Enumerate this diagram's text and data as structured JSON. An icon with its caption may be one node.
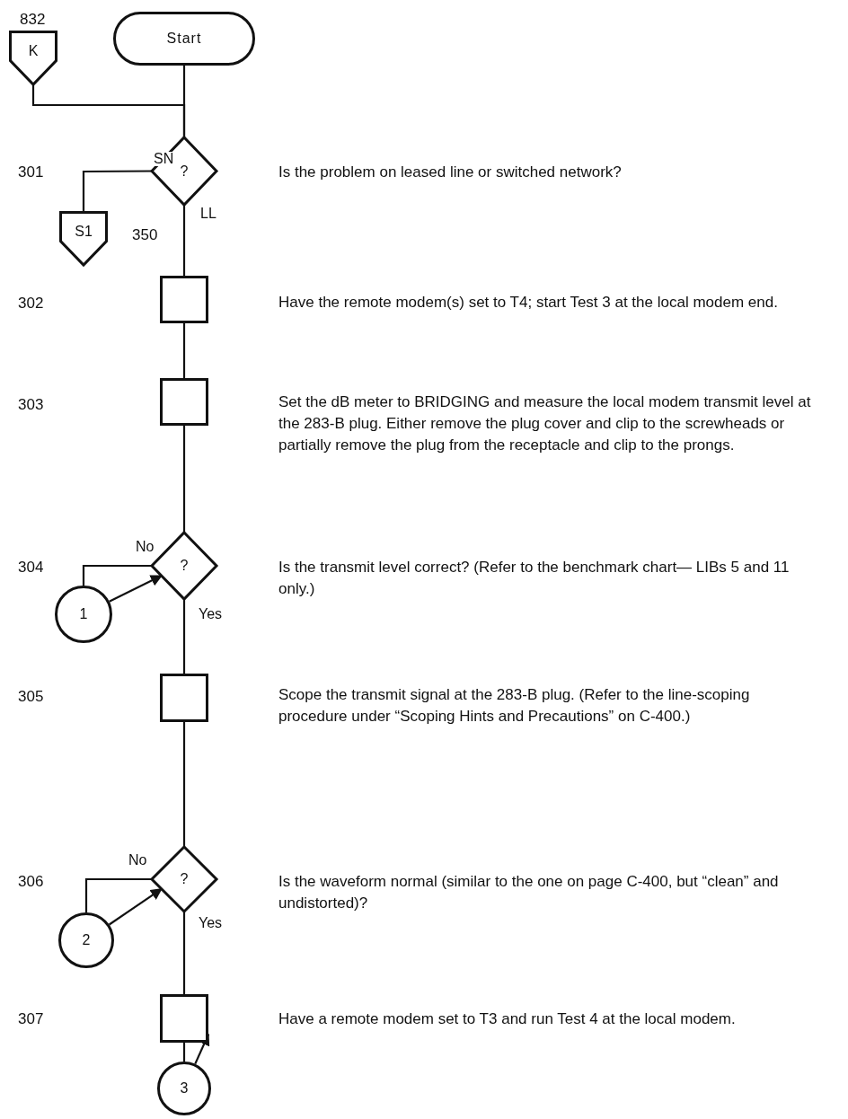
{
  "diagram": {
    "nodes": [
      {
        "text": [
          "K"
        ],
        "beside": [
          "832"
        ]
      },
      {
        "text": [
          "Start"
        ]
      },
      {
        "text": [
          "?"
        ]
      },
      {
        "text": [
          "S1"
        ],
        "beside": [
          "350"
        ]
      },
      {
        "text": [],
        "shape": "box"
      },
      {
        "text": [],
        "shape": "box"
      },
      {
        "text": [
          "?"
        ]
      },
      {
        "text": [
          "1"
        ]
      },
      {
        "text": [],
        "shape": "box"
      },
      {
        "text": [
          "?"
        ]
      },
      {
        "text": [
          "2"
        ]
      },
      {
        "text": [],
        "shape": "box"
      },
      {
        "text": [
          "3"
        ]
      }
    ],
    "edges": [
      {
        "from": 0,
        "to": 2,
        "arrow": "none"
      },
      {
        "from": 1,
        "to": 2,
        "arrow": "none"
      },
      {
        "from": 2,
        "to": 3,
        "arrow": "none",
        "label": "SN"
      },
      {
        "from": 2,
        "to": 4,
        "arrow": "none",
        "label": "LL"
      },
      {
        "from": 4,
        "to": 5,
        "arrow": "none"
      },
      {
        "from": 5,
        "to": 6,
        "arrow": "none"
      },
      {
        "from": 6,
        "to": 7,
        "arrow": "none",
        "label": "No"
      },
      {
        "from": 6,
        "to": 8,
        "arrow": "none",
        "label": "Yes"
      },
      {
        "from": 8,
        "to": 9,
        "arrow": "none"
      },
      {
        "from": 9,
        "to": 10,
        "arrow": "none",
        "label": "No"
      },
      {
        "from": 9,
        "to": 11,
        "arrow": "none",
        "label": "Yes"
      },
      {
        "from": 11,
        "to": 12,
        "arrow": "none"
      },
      {
        "from": 7,
        "to": 6,
        "arrow": "to"
      },
      {
        "from": 10,
        "to": 9,
        "arrow": "to"
      },
      {
        "from": 12,
        "to": 11,
        "arrow": "to"
      }
    ],
    "labels": [
      "301",
      "Is the problem on leased line or switched network?",
      "302",
      "Have the remote modem(s) set to T4; start Test 3 at the local modem end.",
      "303",
      "Set the dB meter to BRIDGING and measure the local modem transmit level at the 283-B plug. Either remove the plug cover and clip to the screwheads or partially remove the plug from the receptacle and clip to the prongs.",
      "304",
      "Is the transmit level correct? (Refer to the benchmark chart— LIBs 5 and 11 only.)",
      "305",
      "Scope the transmit signal at the 283-B plug. (Refer to the line-scoping procedure under “Scoping Hints and Precautions” on C-400.)",
      "306",
      "Is the waveform normal (similar to the one on page C-400, but “clean” and undistorted)?",
      "307",
      "Have a remote modem set to T3 and run Test 4 at the local modem."
    ]
  }
}
